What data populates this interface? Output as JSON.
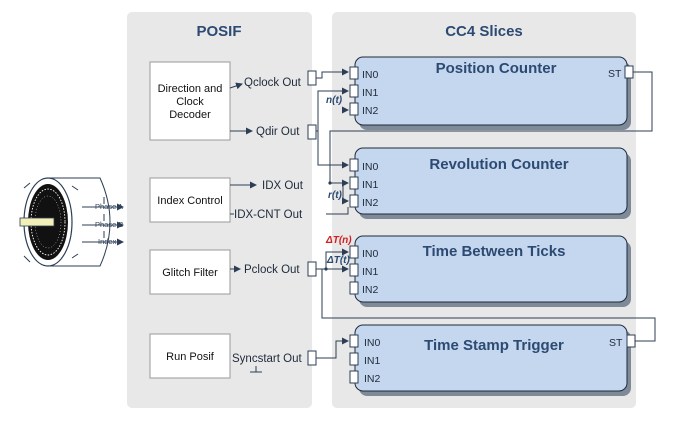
{
  "posif": {
    "title": "POSIF",
    "blocks": {
      "direction_decoder": [
        "Direction and",
        "Clock",
        "Decoder"
      ],
      "index_control": "Index Control",
      "glitch_filter": "Glitch Filter",
      "run_posif": "Run Posif"
    },
    "signals": {
      "qclock_out": "Qclock Out",
      "qdir_out": "Qdir Out",
      "idx_out": "IDX Out",
      "idx_cnt_out": "IDX-CNT Out",
      "pclock_out": "Pclock Out",
      "syncstart_out": "Syncstart Out"
    }
  },
  "cc4": {
    "title": "CC4 Slices",
    "slices": [
      {
        "name": "Position Counter",
        "pins": [
          "IN0",
          "IN1",
          "IN2"
        ],
        "st": "ST"
      },
      {
        "name": "Revolution Counter",
        "pins": [
          "IN0",
          "IN1",
          "IN2"
        ]
      },
      {
        "name": "Time Between Ticks",
        "pins": [
          "IN0",
          "IN1",
          "IN2"
        ]
      },
      {
        "name": "Time Stamp Trigger",
        "pins": [
          "IN0",
          "IN1",
          "IN2"
        ],
        "st": "ST"
      }
    ]
  },
  "nets": {
    "n_t": "n(t)",
    "r_t": "r(t)",
    "delta_t_n": "ΔT(n)",
    "delta_t_t": "ΔT(t)"
  },
  "encoder": {
    "phase_a": "Phase A",
    "phase_b": "Phase B",
    "index": "Index"
  },
  "colors": {
    "panel": "#e8e8e8",
    "slice_fill": "#c5d7ee",
    "title": "#2c4a72",
    "red_net": "#d02020"
  }
}
